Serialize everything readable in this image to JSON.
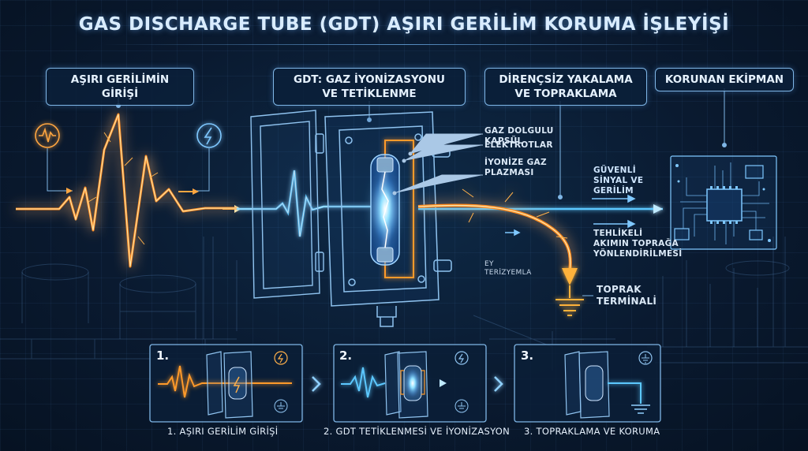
{
  "title": "GAS DISCHARGE TUBE (GDT) AŞIRI GERİLİM KORUMA İŞLEYİŞİ",
  "headers": {
    "input": "AŞIRI GERİLİMİN GİRİŞİ",
    "gdt": "GDT: GAZ İYONİZASYONU\nVE TETİKLENME",
    "clamp": "DİRENÇSİZ YAKALAMA\nVE TOPRAKLAMA",
    "protected": "KORUNAN EKİPMAN"
  },
  "labels": {
    "gas_capsule": "GAZ DOLGULU\nKAPSÜL",
    "electrodes": "ELEKTROTLAR",
    "plasma": "İYONİZE GAZ\nPLAZMASI",
    "safe_signal": "GÜVENLİ\nSİNYAL VE\nGERİLİM",
    "danger_current": "TEHLİKELİ\nAKIMIN TOPRAĞA\nYÖNLENDİRİLMESİ",
    "ey_note": "EY\nTERİZYEMLA",
    "ground_terminal": "TOPRAK\nTERMİNALİ"
  },
  "steps": [
    {
      "num": "1.",
      "caption": "1. AŞIRI GERİLİM GİRİŞİ"
    },
    {
      "num": "2.",
      "caption": "2. GDT TETİKLENMESİ VE İYONİZASYON"
    },
    {
      "num": "3.",
      "caption": "3. TOPRAKLAMA VE KORUMA"
    }
  ],
  "icons": [
    "waveform-icon",
    "lightning-icon",
    "ground-icon",
    "chevron-right-icon"
  ],
  "colors": {
    "surge_orange": "#ff9a2a",
    "signal_blue": "#5cc8ff",
    "outline_blue": "#7fb6e6",
    "background": "#0a1a30"
  }
}
